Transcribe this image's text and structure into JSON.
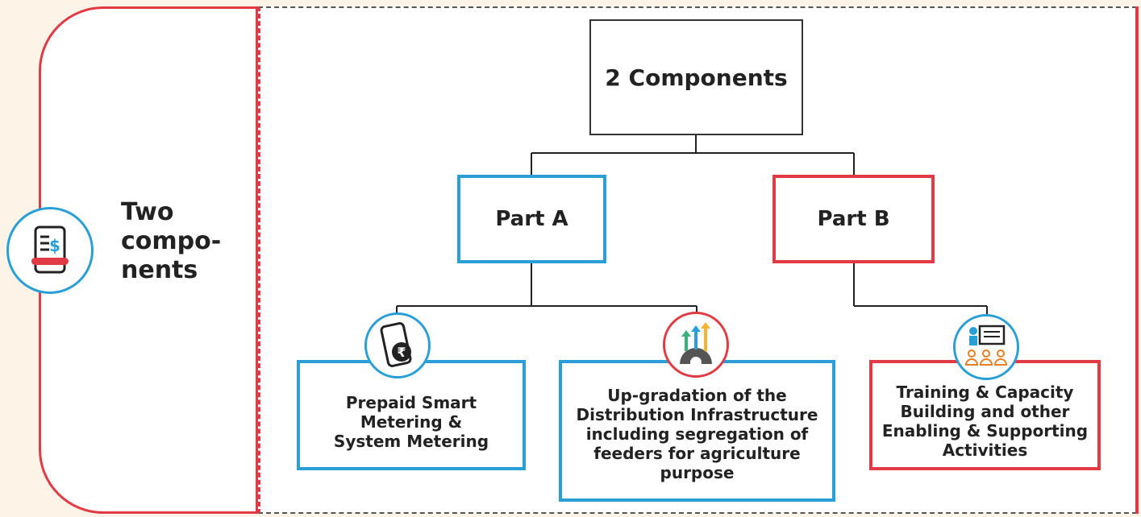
{
  "side": {
    "icon": "document-currency-icon",
    "title": "Two\ncompo-\nnents"
  },
  "tree": {
    "root": "2 Components",
    "part_a": "Part A",
    "part_b": "Part B",
    "leaf_prepaid": "Prepaid Smart\nMetering &\nSystem Metering",
    "leaf_upgradation": "Up-gradation of the\nDistribution Infrastructure\nincluding segregation of\nfeeders for agriculture\npurpose",
    "leaf_training": "Training & Capacity\nBuilding and other\nEnabling & Supporting\nActivities"
  },
  "icons": {
    "prepaid": "phone-rupee-icon",
    "upgradation": "growth-arrows-gear-icon",
    "training": "presentation-training-icon"
  },
  "colors": {
    "blue": "#2a9fd6",
    "red": "#e23a44",
    "background": "#fdf3e7"
  }
}
